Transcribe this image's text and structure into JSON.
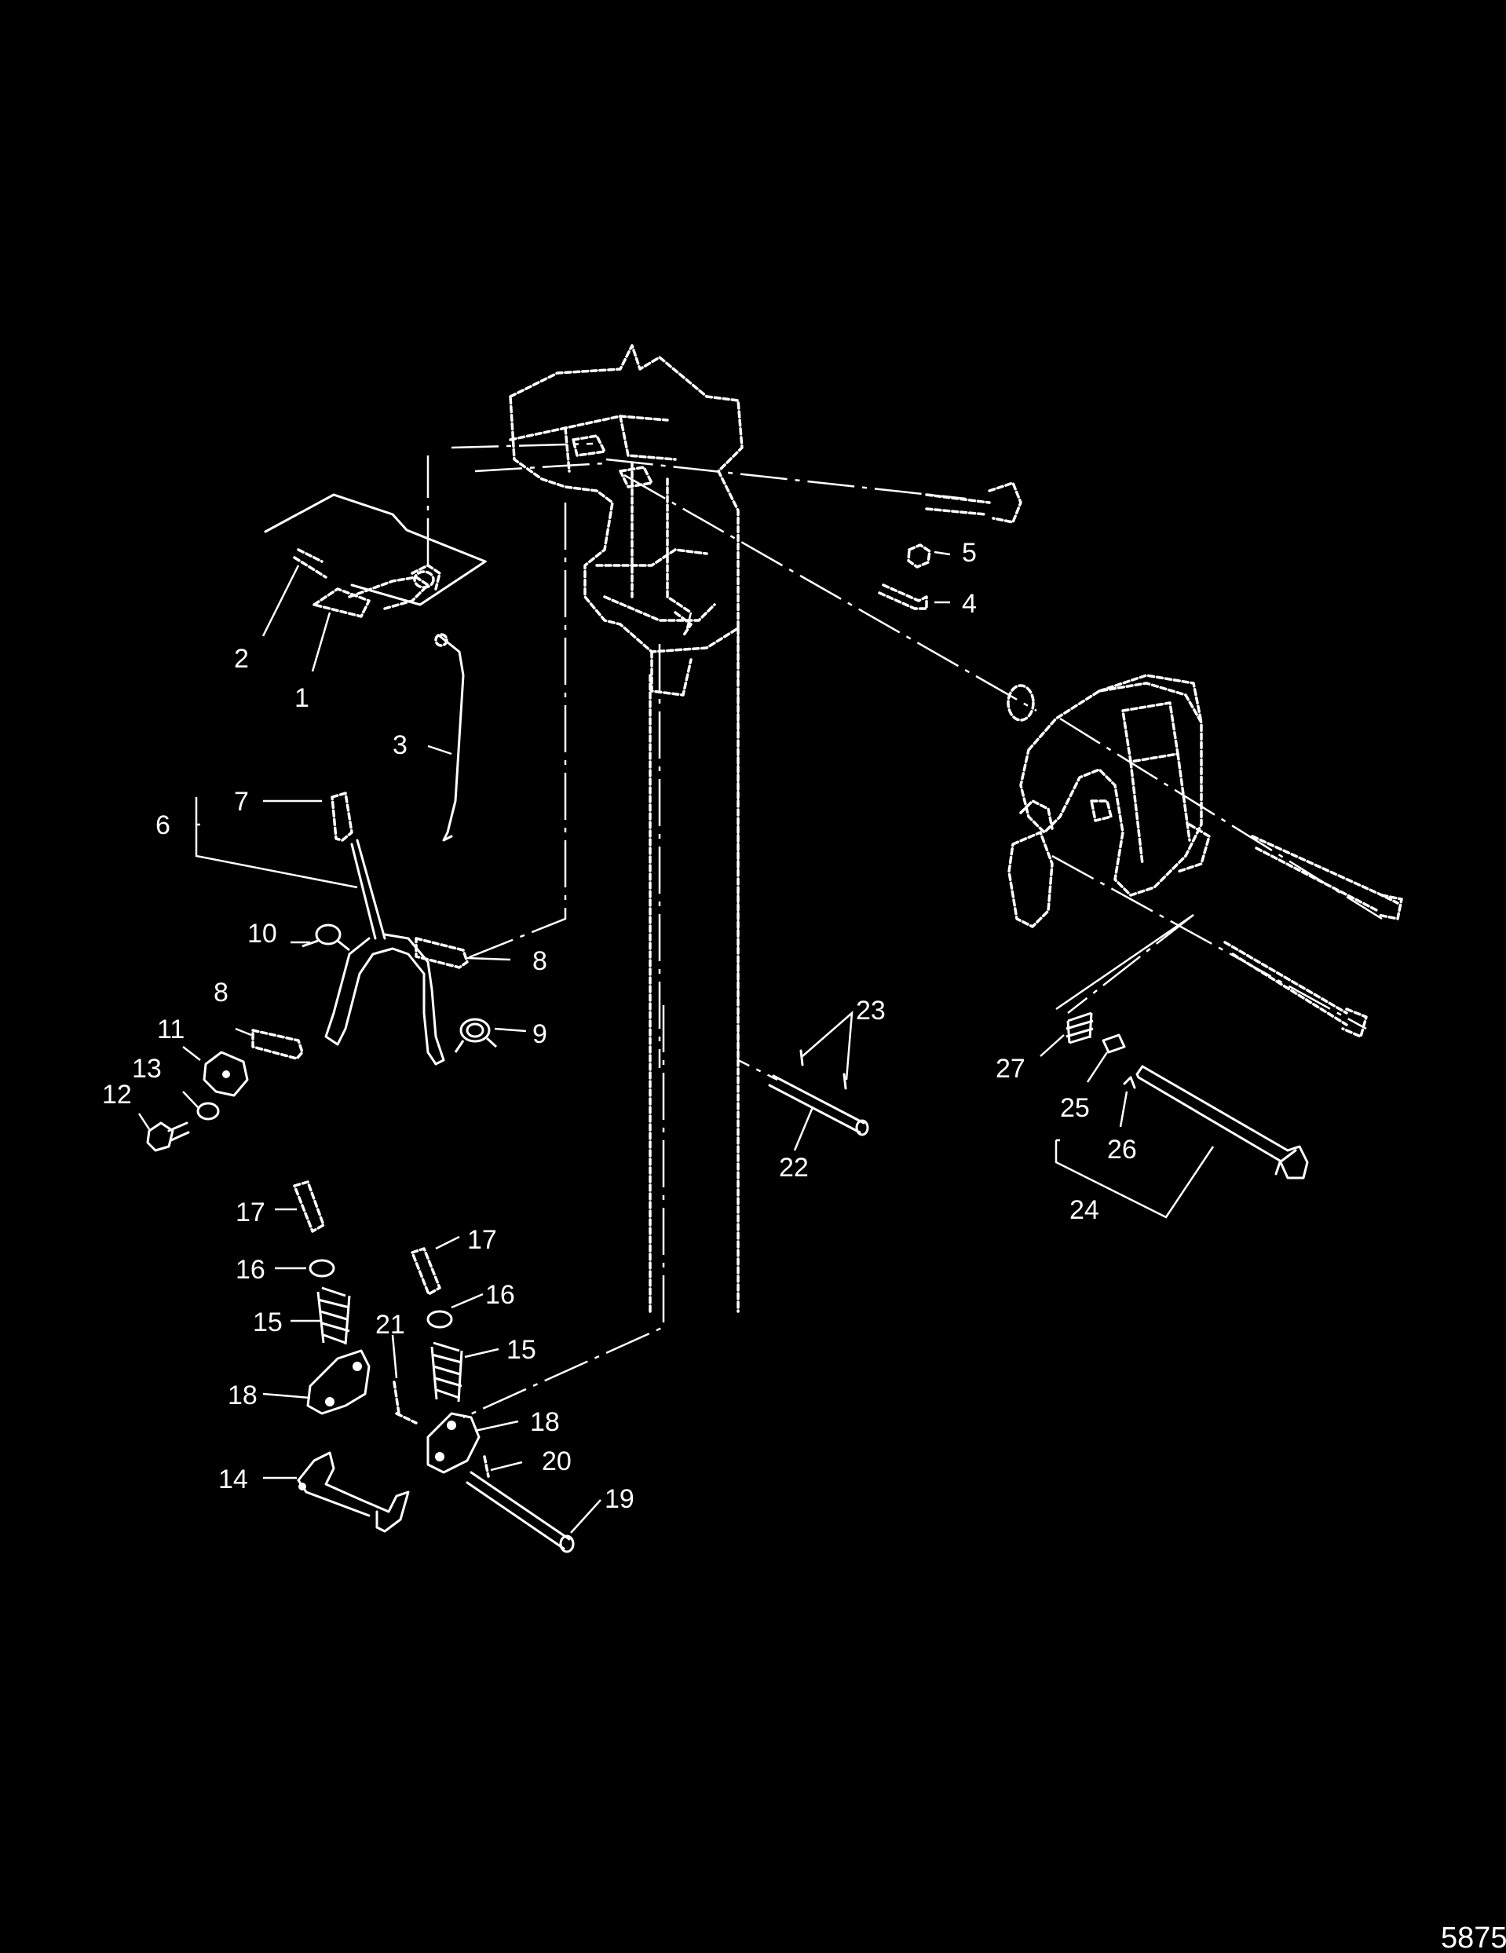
{
  "diagram": {
    "figure_code": "5875",
    "labels": {
      "1": "1",
      "2": "2",
      "3": "3",
      "4": "4",
      "5": "5",
      "6": "6",
      "7": "7",
      "8a": "8",
      "8b": "8",
      "9": "9",
      "10": "10",
      "11": "11",
      "12": "12",
      "13": "13",
      "14": "14",
      "15a": "15",
      "15b": "15",
      "16a": "16",
      "16b": "16",
      "17a": "17",
      "17b": "17",
      "18a": "18",
      "18b": "18",
      "19": "19",
      "20": "20",
      "21": "21",
      "22": "22",
      "23": "23",
      "24": "24",
      "25": "25",
      "26": "26",
      "27": "27"
    }
  }
}
